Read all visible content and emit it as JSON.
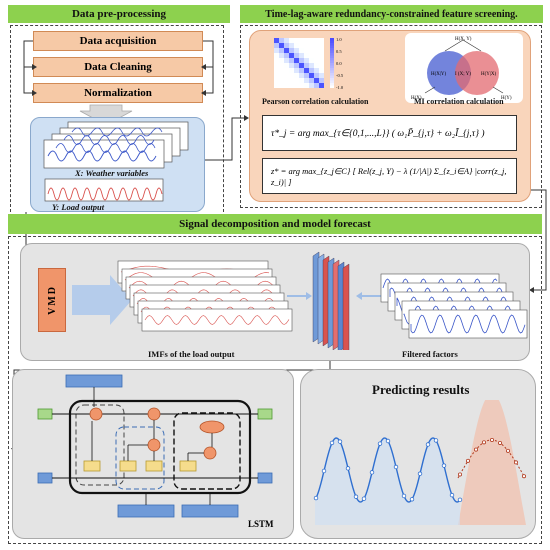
{
  "sections": {
    "preprocessing": "Data pre-processing",
    "screening": "Time-lag-aware redundancy-constrained feature screening.",
    "decomposition": "Signal decomposition and model forecast"
  },
  "preprocessing_steps": [
    "Data acquisition",
    "Data Cleaning",
    "Normalization"
  ],
  "variables": {
    "x_label": "X: Weather variables",
    "y_label": "Y: Load output"
  },
  "screening_labels": {
    "pearson": "Pearson correlation calculation",
    "mi": "MI correlation calculation",
    "venn_top": "H(X, Y)",
    "venn_left": "H(X|Y)",
    "venn_center": "I (X; Y)",
    "venn_right": "H(Y|X)",
    "venn_bottom_left": "H(X)",
    "venn_bottom_right": "H(Y)",
    "heatmap_ticks": [
      "1.0",
      "0.5",
      "0.0",
      "-0.5",
      "-1.0"
    ]
  },
  "formulas": {
    "tau": "τ*_j = arg max_{τ∈{0,1,...,L}} ( ω₁P̃_{j,τ} + ω₂Ĩ_{j,τ} )",
    "z": "z* = arg max_{z_j∈C} [ Rel(z_j, Y) − λ (1/|A|) Σ_{z_i∈A} |corr(z_j, z_i)| ]"
  },
  "decomp_labels": {
    "vmd": "VMD",
    "imfs": "IMFs of the load output",
    "filtered": "Filtered factors",
    "lstm": "LSTM",
    "predicting": "Predicting results"
  },
  "colors": {
    "green": "#8dd14e",
    "peach": "#f6c9a6",
    "panel_blue": "#cfe0f3",
    "panel_gray": "#e4e4e4",
    "orange": "#f0956a",
    "blue_line": "#3a56c8",
    "red_line": "#d9534f"
  }
}
